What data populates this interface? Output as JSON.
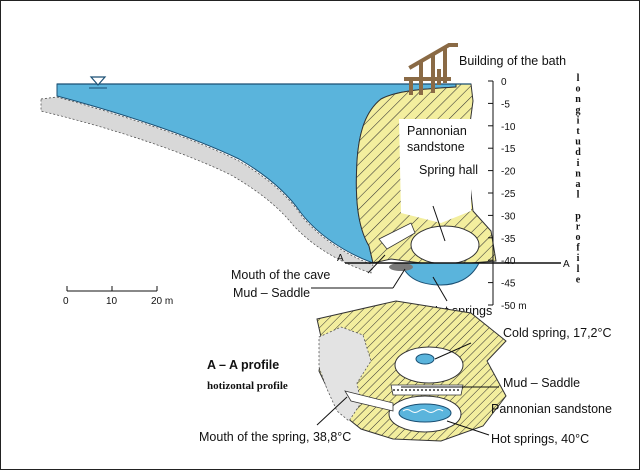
{
  "labels": {
    "building": "Building of the bath",
    "pannonian_1": "Pannonian",
    "pannonian_2": "sandstone",
    "spring_hall": "Spring hall",
    "mouth_of_cave": "Mouth of the cave",
    "mud_saddle_top": "Mud – Saddle",
    "hot_springs_top": "Hot springs",
    "cold_spring": "Cold spring, 17,2°C",
    "mud_saddle_bottom": "Mud – Saddle",
    "pannonian_bottom": "Pannonian sandstone",
    "mouth_of_spring": "Mouth of the spring, 38,8°C",
    "hot_springs_bottom": "Hot springs, 40°C",
    "section_marker_left": "A",
    "section_marker_right": "A",
    "aa_title": "A – A profile",
    "aa_subtitle": "hotizontal profile",
    "vertical_caption": "longitudinal profile"
  },
  "depth_scale": {
    "ticks": [
      "0",
      "-5",
      "-10",
      "-15",
      "-20",
      "-25",
      "-30",
      "-35",
      "-40",
      "-45",
      "-50 m"
    ]
  },
  "map_scale": {
    "ticks": [
      "0",
      "10",
      "20 m"
    ]
  },
  "colors": {
    "water": "#5ab4dc",
    "sandstone": "#f3ee9e",
    "hatch": "#333333",
    "building": "#8a6a45"
  }
}
